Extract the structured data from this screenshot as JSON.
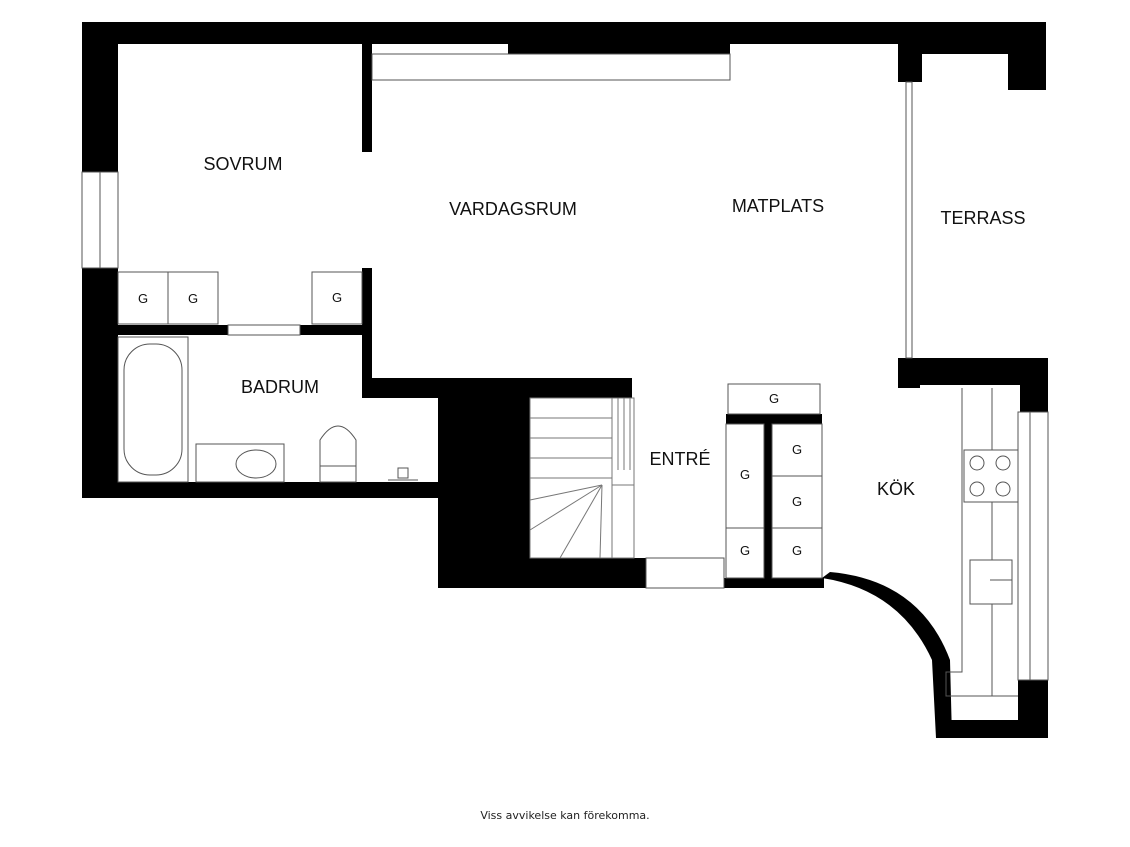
{
  "rooms": {
    "sovrum": "SOVRUM",
    "vardagsrum": "VARDAGSRUM",
    "matplats": "MATPLATS",
    "terrass": "TERRASS",
    "badrum": "BADRUM",
    "entre": "ENTRÉ",
    "kok": "KÖK"
  },
  "storage_label": "G",
  "disclaimer": "Viss avvikelse kan förekomma.",
  "colors": {
    "wall": "#000000",
    "line": "#555555",
    "background": "#ffffff"
  }
}
